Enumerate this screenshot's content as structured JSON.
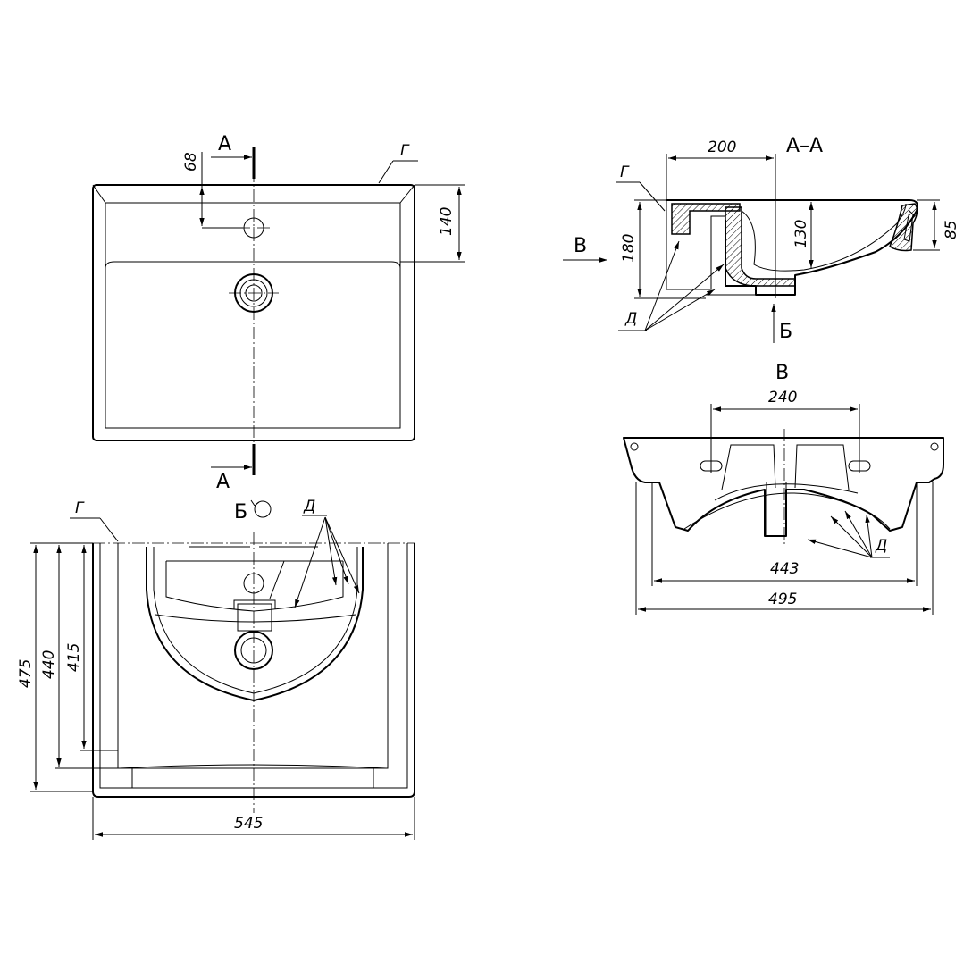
{
  "views": {
    "top": {
      "section_label_top": "А",
      "section_label_bottom": "А",
      "marker_g": "Г",
      "dim_68": "68",
      "dim_140": "140"
    },
    "front": {
      "view_b_label": "Б",
      "marker_g": "Г",
      "marker_d": "Д",
      "dim_475": "475",
      "dim_440": "440",
      "dim_415": "415",
      "dim_545": "545"
    },
    "section": {
      "title": "А–А",
      "marker_g": "Г",
      "marker_d": "Д",
      "arrow_v": "В",
      "arrow_b": "Б",
      "dim_200": "200",
      "dim_180": "180",
      "dim_130": "130",
      "dim_85": "85"
    },
    "view_v": {
      "title": "В",
      "marker_d": "Д",
      "dim_240": "240",
      "dim_443": "443",
      "dim_495": "495"
    }
  }
}
